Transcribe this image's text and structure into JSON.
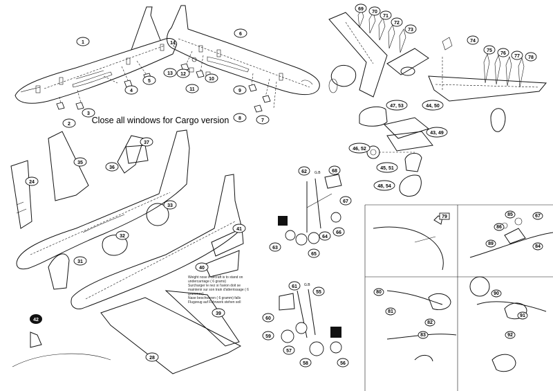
{
  "caption": "Close all windows for Cargo version",
  "weight_note": {
    "en": "Weight nose if aircraft is to stand on undercarriage ( 6 grams)",
    "fr": "Surcharger le nez si l'avion doit se maintenir sur son train d'atterrissage ( 6 grammes)",
    "de": "Nase beschweren ( 6 gramm) falls Flugzeug auf Fahrwerk stehen soll"
  },
  "gear_codes": {
    "nose": "G.B",
    "main": "G.B"
  },
  "callouts": {
    "c1": "1",
    "c2": "2",
    "c3": "3",
    "c4": "4",
    "c5": "5",
    "c6": "6",
    "c7": "7",
    "c8": "8",
    "c9": "9",
    "c10": "10",
    "c11": "11",
    "c12": "12",
    "c13": "13",
    "c14": "14",
    "c24": "24",
    "c28": "28",
    "c31": "31",
    "c32": "32",
    "c33": "33",
    "c35": "35",
    "c36": "36",
    "c37": "37",
    "c39": "39",
    "c40": "40",
    "c41": "41",
    "c42": "42",
    "c47": "47, 53",
    "c44": "44, 50",
    "c43": "43, 49",
    "c46": "46, 52",
    "c45": "45, 51",
    "c48": "48, 54",
    "c55": "55",
    "c56": "56",
    "c57": "57",
    "c58": "58",
    "c59": "59",
    "c60": "60",
    "c61": "61",
    "c62": "62",
    "c63": "63",
    "c64": "64",
    "c65": "65",
    "c66": "66",
    "c67": "67",
    "c68": "68",
    "c69": "69",
    "c70": "70",
    "c71": "71",
    "c72": "72",
    "c73": "73",
    "c74": "74",
    "c75": "75",
    "c76": "76",
    "c77": "77",
    "c78": "78",
    "p79": "79",
    "p85": "85",
    "p86": "86",
    "p67": "67",
    "p84": "84",
    "p89": "89",
    "p80": "80",
    "p81": "81",
    "p82": "82",
    "p83": "83",
    "p90": "90",
    "p91": "91",
    "p92": "92"
  }
}
